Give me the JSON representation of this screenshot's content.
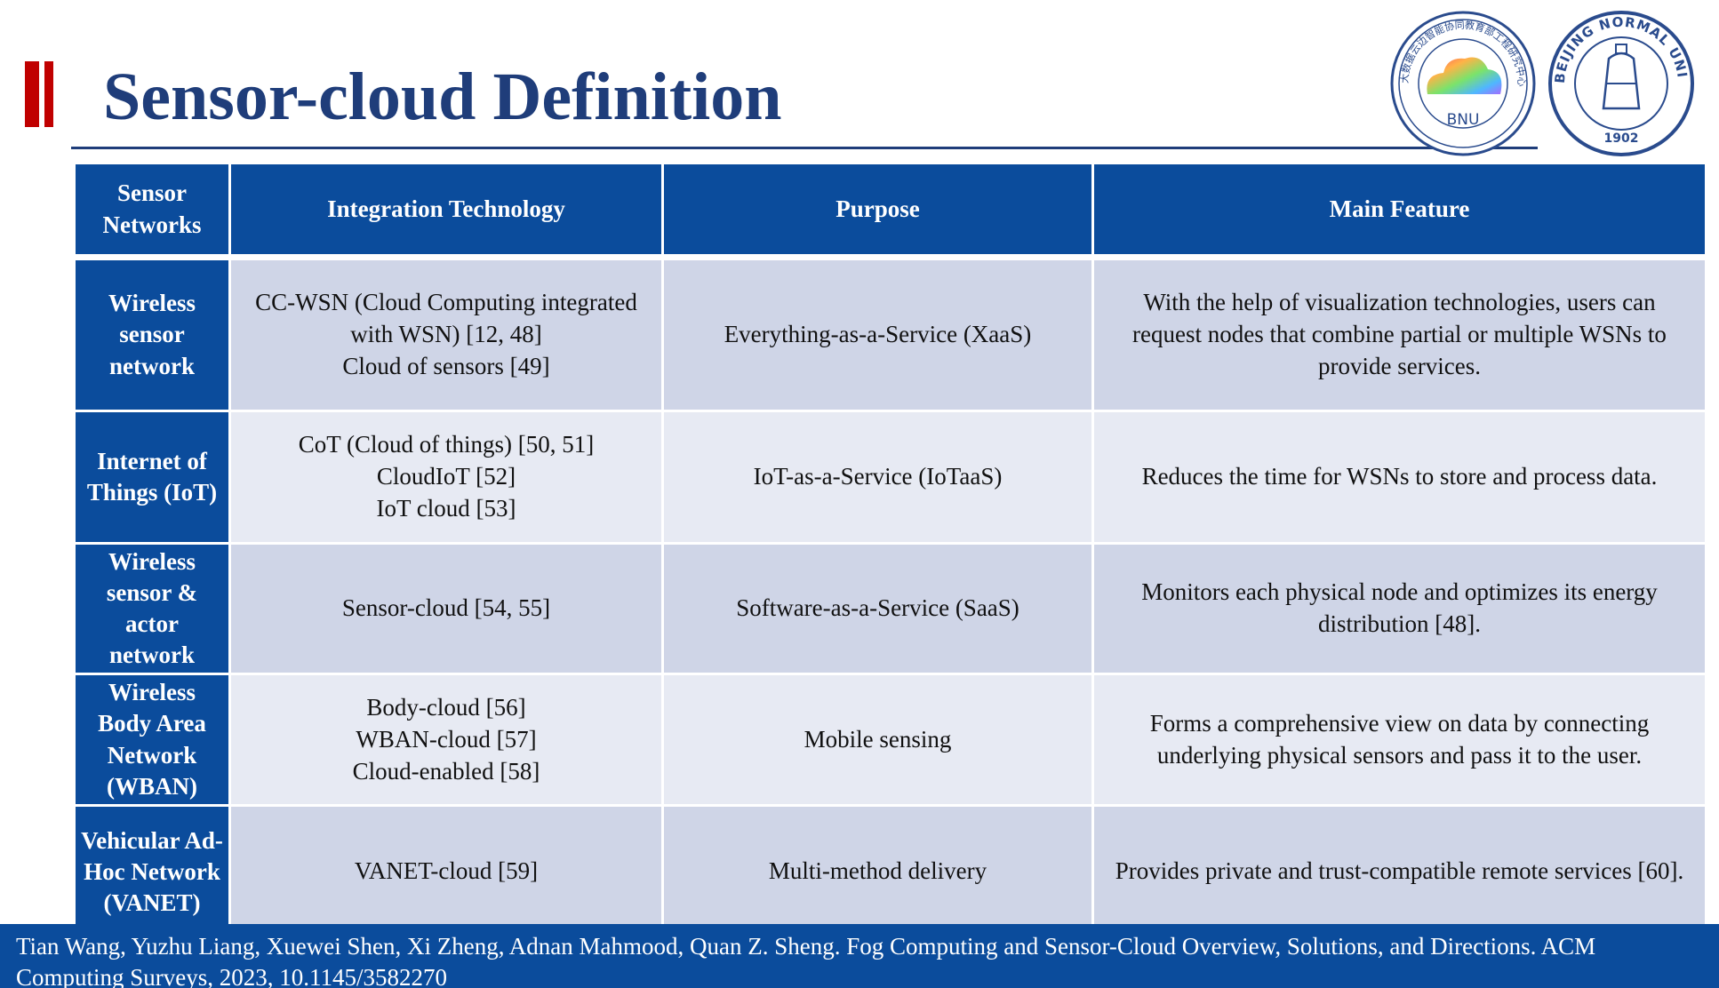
{
  "title": "Sensor-cloud Definition",
  "logos": {
    "bnu_text": "BNU",
    "bnu_ring_text": "大数据云边智能协同教育部工程研究中心",
    "univ_ring_text": "BEIJING NORMAL UNIVERSITY",
    "univ_year": "1902"
  },
  "table": {
    "headers": [
      "Sensor Networks",
      "Integration Technology",
      "Purpose",
      "Main Feature"
    ],
    "rows": [
      {
        "network": "Wireless sensor network",
        "technology": [
          "CC-WSN (Cloud Computing integrated with WSN) [12, 48]",
          "Cloud of sensors [49]"
        ],
        "purpose": "Everything-as-a-Service (XaaS)",
        "feature": "With the help of visualization technologies, users can request nodes that combine partial or multiple WSNs to provide services."
      },
      {
        "network": "Internet of Things (IoT)",
        "technology": [
          "CoT (Cloud of things) [50, 51]",
          "CloudIoT [52]",
          "IoT cloud [53]"
        ],
        "purpose": "IoT-as-a-Service (IoTaaS)",
        "feature": "Reduces the time for WSNs to store and process data."
      },
      {
        "network": "Wireless sensor & actor network",
        "technology": [
          "Sensor-cloud [54, 55]"
        ],
        "purpose": "Software-as-a-Service (SaaS)",
        "feature": "Monitors each physical node and optimizes its energy distribution [48]."
      },
      {
        "network": "Wireless Body Area Network (WBAN)",
        "technology": [
          "Body-cloud [56]",
          "WBAN-cloud [57]",
          "Cloud-enabled [58]"
        ],
        "purpose": "Mobile sensing",
        "feature": "Forms a comprehensive view on data by connecting underlying physical sensors and pass it to the user."
      },
      {
        "network": "Vehicular Ad-Hoc Network (VANET)",
        "technology": [
          "VANET-cloud [59]"
        ],
        "purpose": "Multi-method delivery",
        "feature": "Provides private and trust-compatible remote services [60]."
      }
    ]
  },
  "footer": {
    "citation": "Tian Wang, Yuzhu Liang, Xuewei Shen, Xi Zheng, Adnan Mahmood, Quan Z. Sheng. Fog Computing and Sensor-Cloud Overview, Solutions, and Directions. ACM Computing Surveys, 2023, 10.1145/3582270"
  },
  "colors": {
    "header_blue": "#0b4c9c",
    "title_navy": "#1f3d7a",
    "accent_red": "#c00000",
    "row_dark": "#cfd5e7",
    "row_light": "#e7eaf3"
  }
}
